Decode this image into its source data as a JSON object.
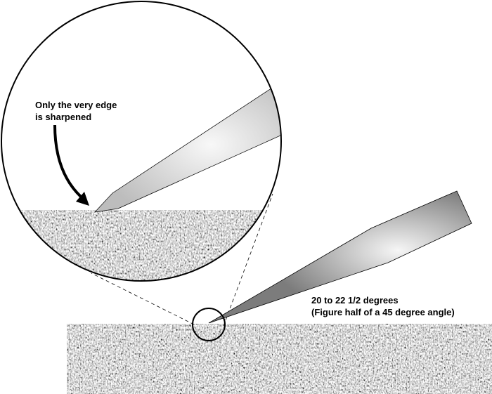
{
  "annotations": {
    "edge_note_line1": "Only the very edge",
    "edge_note_line2": "is sharpened",
    "angle_line1": "20 to 22 1/2 degrees",
    "angle_line2": "(Figure half of a 45 degree angle)"
  },
  "colors": {
    "stone_base": "#6e6e6e",
    "blade_light": "#f4f4f4",
    "blade_dark": "#7a7a7a",
    "outline": "#000000"
  }
}
